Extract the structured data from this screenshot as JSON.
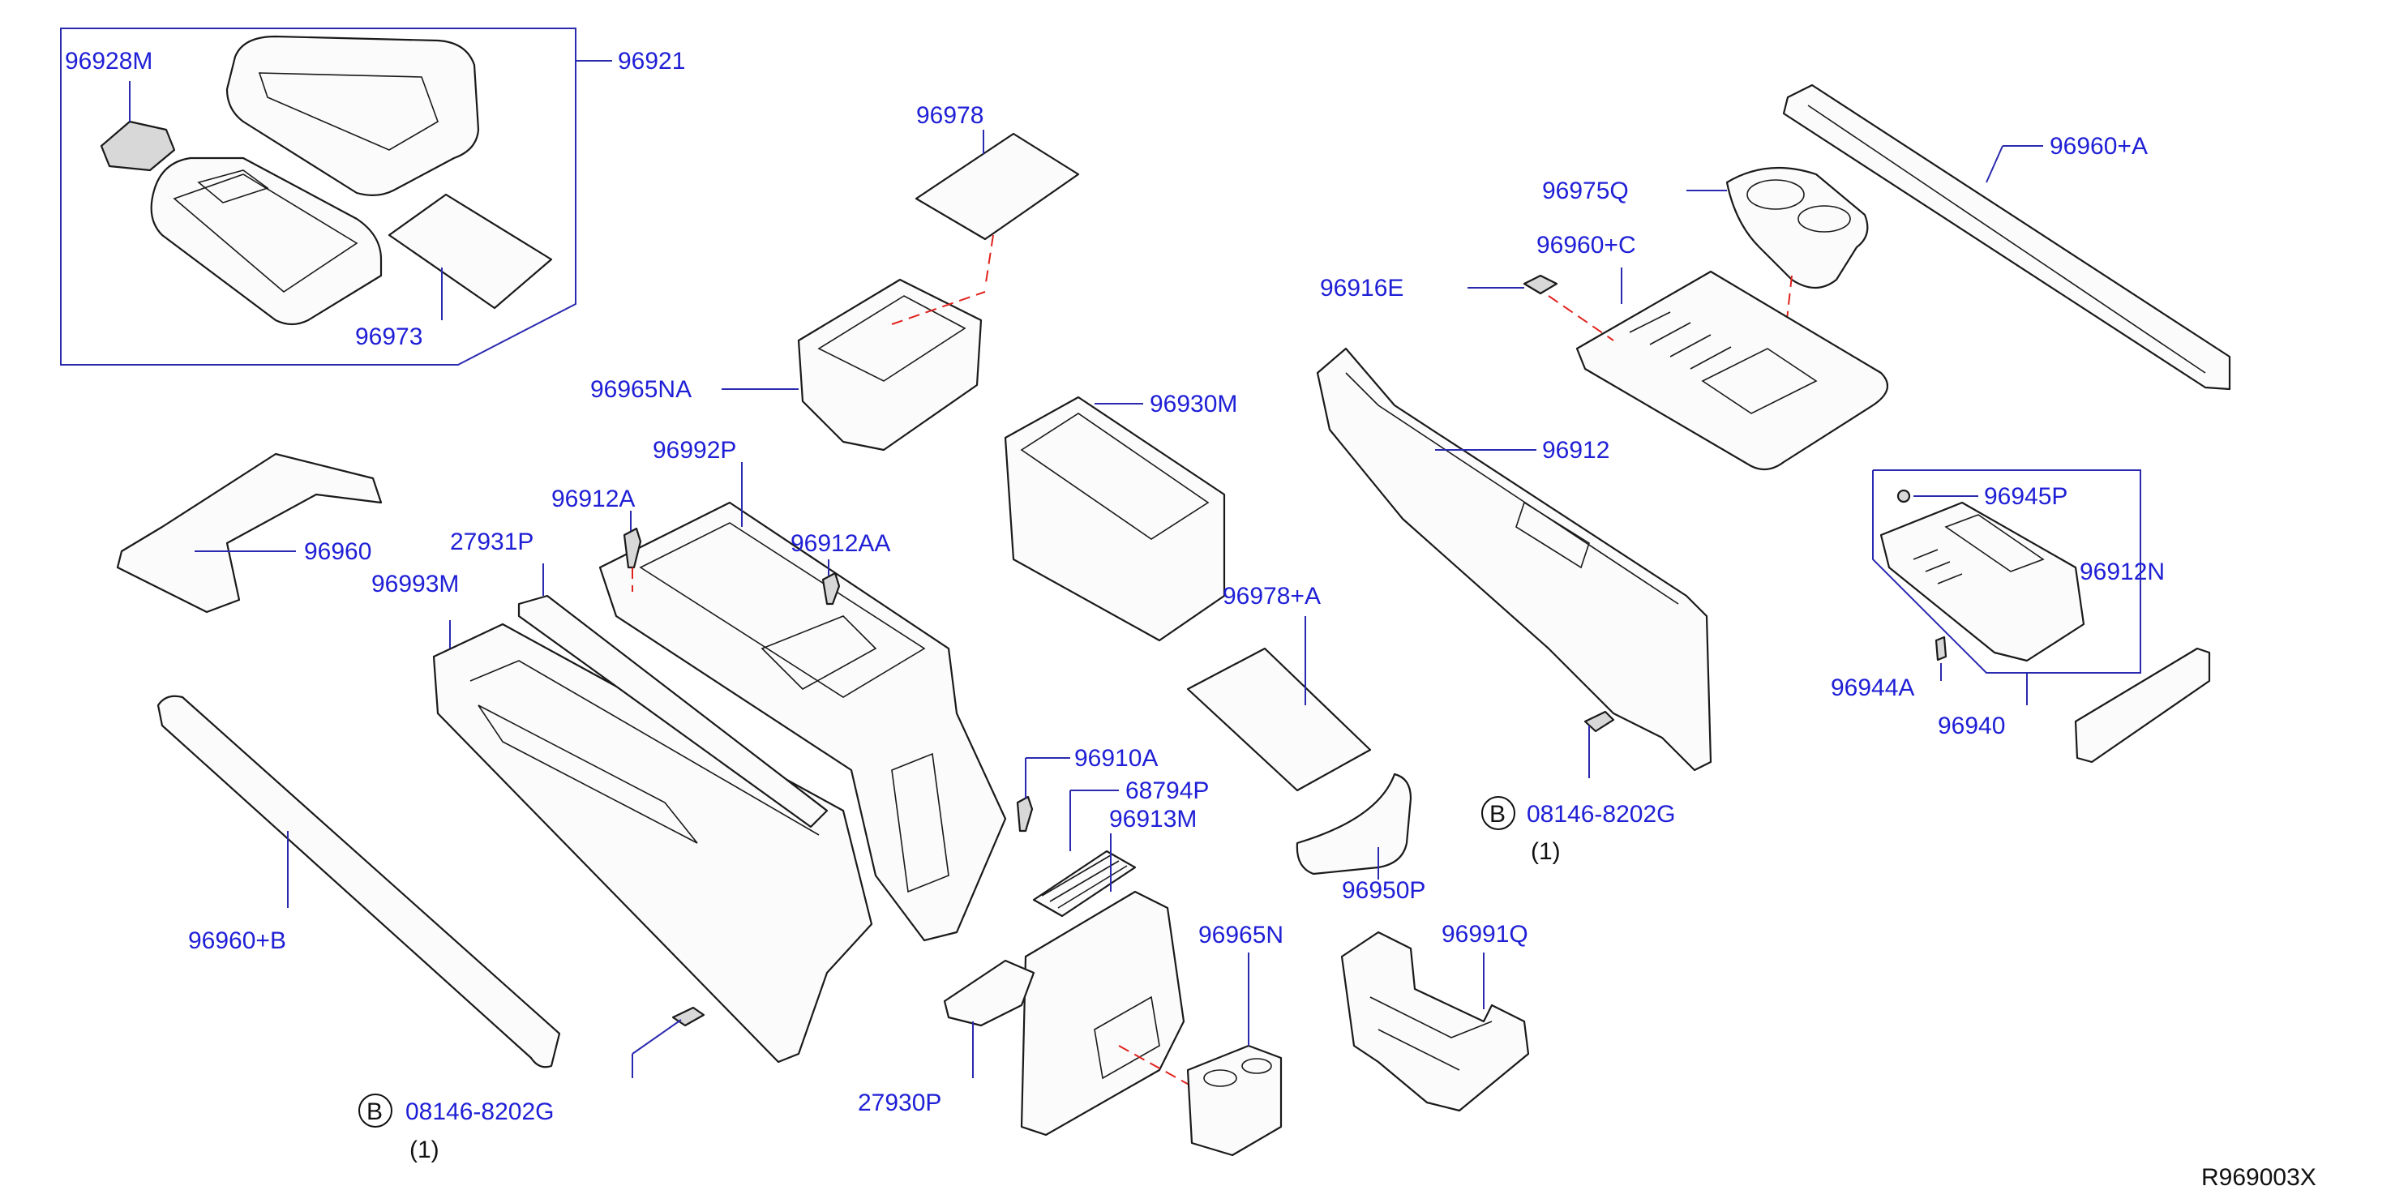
{
  "diagram": {
    "labels": {
      "p96928M": "96928M",
      "p96921": "96921",
      "p96973": "96973",
      "p96978": "96978",
      "p96965NA": "96965NA",
      "p96930M": "96930M",
      "p96960": "96960",
      "p96993M": "96993M",
      "p27931P": "27931P",
      "p96912A": "96912A",
      "p96992P": "96992P",
      "p96912AA": "96912AA",
      "p96960B": "96960+B",
      "p96910A": "96910A",
      "p68794P": "68794P",
      "p96913M": "96913M",
      "p96965N": "96965N",
      "p27930P": "27930P",
      "p96978A": "96978+A",
      "p96950P": "96950P",
      "p96991Q": "96991Q",
      "p96975Q": "96975Q",
      "p96960C": "96960+C",
      "p96916E": "96916E",
      "p96912": "96912",
      "p96960A": "96960+A",
      "p96945P": "96945P",
      "p96944A": "96944A",
      "p96940": "96940",
      "p96912N": "96912N",
      "bolt_left": "08146-8202G",
      "bolt_right": "08146-8202G"
    },
    "bolt_marker": "B",
    "bolt_qty_left": "(1)",
    "bolt_qty_right": "(1)",
    "reference_code": "R969003X"
  }
}
